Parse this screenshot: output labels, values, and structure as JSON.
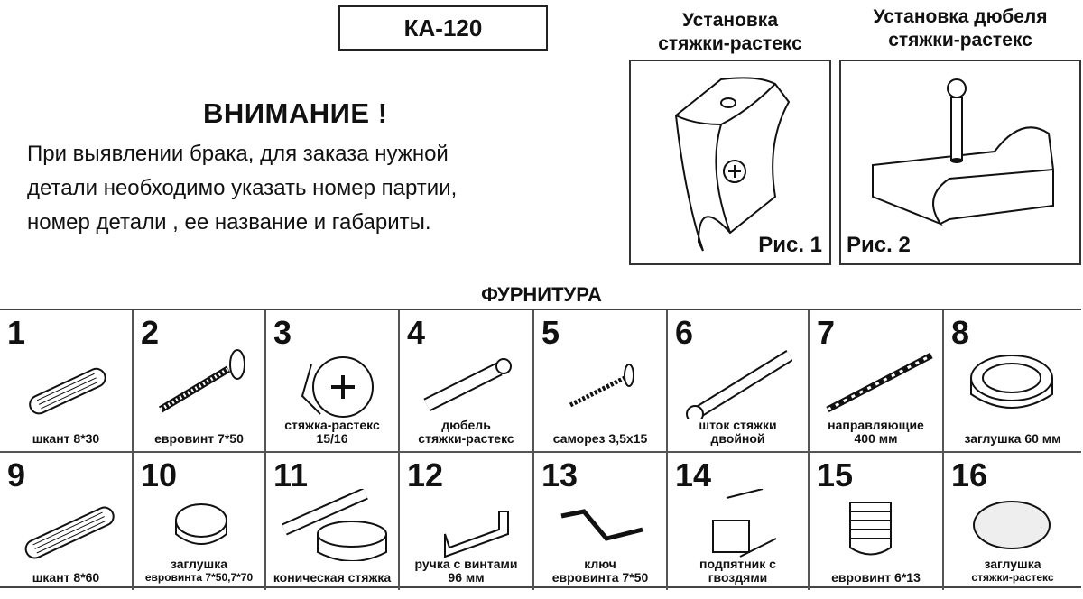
{
  "model": "КА-120",
  "warning": {
    "title": "ВНИМАНИЕ !",
    "lines": [
      "При выявлении брака, для заказа нужной",
      "детали необходимо указать номер партии,",
      "номер детали , ее название и габариты."
    ]
  },
  "figures": [
    {
      "title1": "Установка",
      "title2": "стяжки-растекс",
      "label": "Рис. 1"
    },
    {
      "title1": "Установка дюбеля",
      "title2": "стяжки-растекс",
      "label": "Рис. 2"
    }
  ],
  "section_title": "ФУРНИТУРА",
  "items": [
    {
      "num": "1",
      "l1": "шкант 8*30",
      "l2": ""
    },
    {
      "num": "2",
      "l1": "евровинт 7*50",
      "l2": ""
    },
    {
      "num": "3",
      "l1": "стяжка-растекс",
      "l2": "15/16"
    },
    {
      "num": "4",
      "l1": "дюбель",
      "l2": "стяжки-растекс"
    },
    {
      "num": "5",
      "l1": "саморез 3,5х15",
      "l2": ""
    },
    {
      "num": "6",
      "l1": "шток стяжки",
      "l2": "двойной"
    },
    {
      "num": "7",
      "l1": "направляющие",
      "l2": "400 мм"
    },
    {
      "num": "8",
      "l1": "заглушка 60 мм",
      "l2": ""
    },
    {
      "num": "9",
      "l1": "шкант 8*60",
      "l2": ""
    },
    {
      "num": "10",
      "l1": "заглушка",
      "l2": "евровинта 7*50,7*70"
    },
    {
      "num": "11",
      "l1": "коническая стяжка",
      "l2": ""
    },
    {
      "num": "12",
      "l1": "ручка с винтами",
      "l2": "96 мм"
    },
    {
      "num": "13",
      "l1": "ключ",
      "l2": "евровинта 7*50"
    },
    {
      "num": "14",
      "l1": "подпятник с",
      "l2": "гвоздями"
    },
    {
      "num": "15",
      "l1": "евровинт 6*13",
      "l2": ""
    },
    {
      "num": "16",
      "l1": "заглушка",
      "l2": "стяжки-растекс"
    }
  ]
}
